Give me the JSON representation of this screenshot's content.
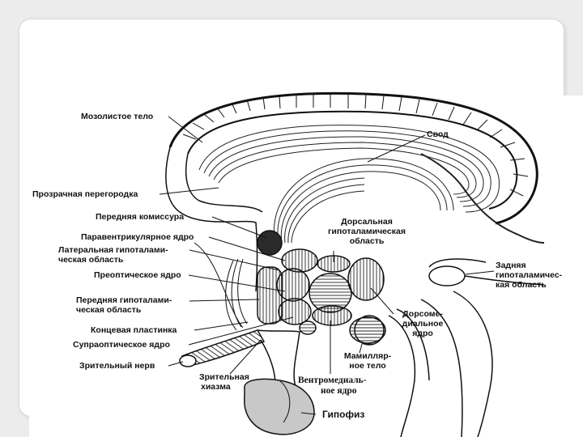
{
  "labels": {
    "corpus_callosum": "Мозолистое тело",
    "fornix": "Свод",
    "septum": "Прозрачная перегородка",
    "anterior_commissure": "Передняя комиссура",
    "dorsal_hypothalamic_area": [
      "Дорсальная",
      "гипоталамическая",
      "область"
    ],
    "paraventricular_nucleus": "Паравентрикулярное ядро",
    "lateral_hypothalamic_area": [
      "Латеральная гипоталами-",
      "ческая область"
    ],
    "posterior_hypothalamic_area": [
      "Задняя",
      "гипоталамичес-",
      "кая область"
    ],
    "preoptic_nucleus": "Преоптическое ядро",
    "anterior_hypothalamic_area": [
      "Передняя гипоталами-",
      "ческая область"
    ],
    "dorsomedial_nucleus": [
      "Дорсоме-",
      "диальное",
      "ядро"
    ],
    "lamina_terminalis": "Концевая пластинка",
    "supraoptic_nucleus": "Супраоптическое ядро",
    "mammillary_body": [
      "Мамилляр-",
      "ное тело"
    ],
    "optic_nerve": "Зрительный нерв",
    "optic_chiasm": [
      "Зрительная",
      "хиазма"
    ],
    "ventromedial_nucleus": [
      "Вентромедиаль-",
      "ное ядро"
    ],
    "pituitary": "Гипофиз"
  }
}
